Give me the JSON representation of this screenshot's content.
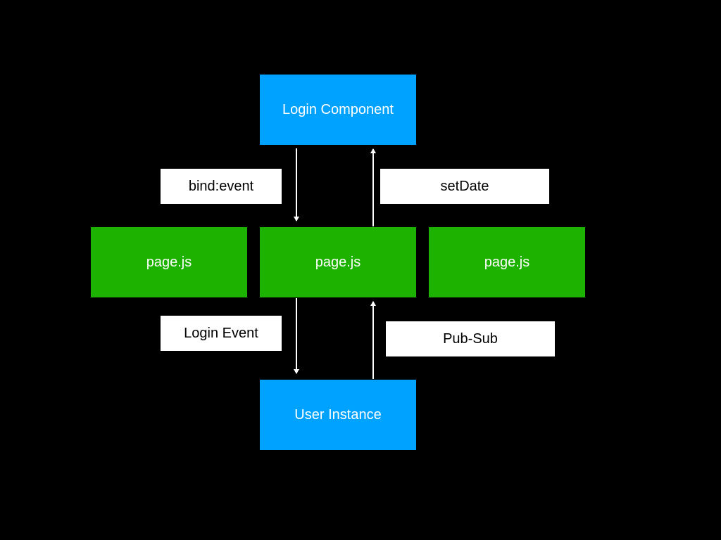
{
  "nodes": {
    "login_component": "Login Component",
    "page_left": "page.js",
    "page_center": "page.js",
    "page_right": "page.js",
    "user_instance": "User Instance"
  },
  "edges": {
    "bind_event": "bind:event",
    "set_date": "setDate",
    "login_event": "Login Event",
    "pub_sub": "Pub-Sub"
  },
  "colors": {
    "background": "#000000",
    "blue_node": "#00a2ff",
    "green_node": "#1db100",
    "label_bg": "#ffffff",
    "arrow": "#ffffff"
  }
}
